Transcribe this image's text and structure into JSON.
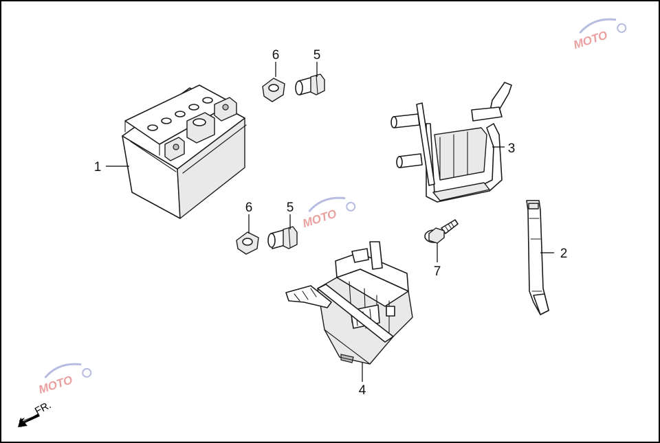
{
  "callouts": [
    {
      "id": "1",
      "label": "1"
    },
    {
      "id": "2",
      "label": "2"
    },
    {
      "id": "3",
      "label": "3"
    },
    {
      "id": "4",
      "label": "4"
    },
    {
      "id": "5a",
      "label": "5"
    },
    {
      "id": "5b",
      "label": "5"
    },
    {
      "id": "6a",
      "label": "6"
    },
    {
      "id": "6b",
      "label": "6"
    },
    {
      "id": "7",
      "label": "7"
    }
  ],
  "direction_marker": {
    "label": "FR."
  },
  "watermark": {
    "text": "MOTO",
    "color_primary": "#d9534f",
    "color_secondary": "#7b86c9"
  },
  "colors": {
    "line": "#1a1a1a",
    "background": "#ffffff",
    "shade": "#e9e9e9"
  }
}
